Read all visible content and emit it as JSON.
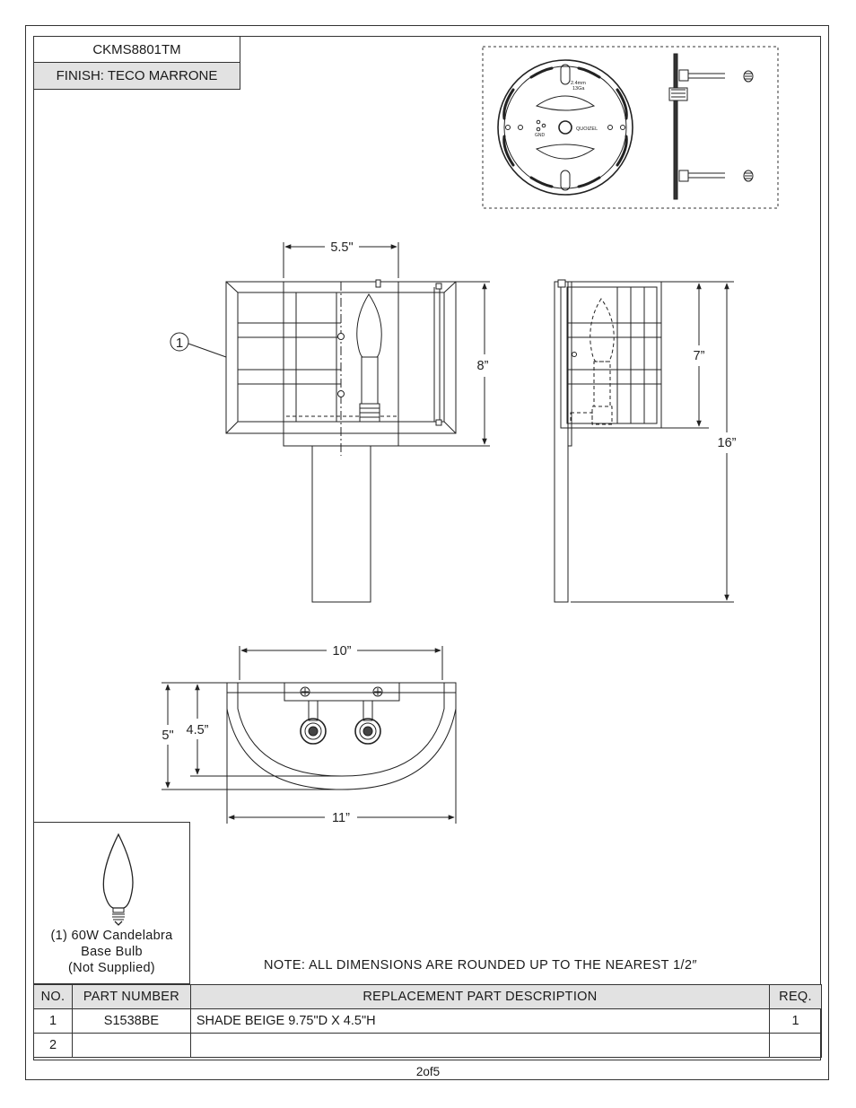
{
  "header": {
    "model": "CKMS8801TM",
    "finish": "FINISH: TECO MARRONE"
  },
  "mounting_plate": {
    "gauge_line1": "2.4mm",
    "gauge_line2": "13Ga",
    "ground_label": "GND",
    "brand": "QUOIZEL"
  },
  "dimensions": {
    "front_width": "5.5\"",
    "front_height": "8”",
    "side_shade_height": "7”",
    "side_total_height": "16”",
    "top_width": "10”",
    "top_depth_outer": "5\"",
    "top_depth_inner": "4.5”",
    "top_total_width": "11”",
    "callout_number": "1"
  },
  "bulb": {
    "line1": "(1) 60W Candelabra",
    "line2": "Base Bulb",
    "line3": "(Not Supplied)"
  },
  "note": "NOTE:  ALL DIMENSIONS ARE ROUNDED UP TO THE NEAREST  1/2″",
  "parts_table": {
    "headers": {
      "no": "NO.",
      "part_number": "PART NUMBER",
      "description": "REPLACEMENT PART DESCRIPTION",
      "req": "REQ."
    },
    "rows": [
      {
        "no": "1",
        "part_number": "S1538BE",
        "description": "SHADE BEIGE 9.75\"D X 4.5\"H",
        "req": "1"
      },
      {
        "no": "2",
        "part_number": "",
        "description": "",
        "req": ""
      }
    ]
  },
  "page": "2of5"
}
